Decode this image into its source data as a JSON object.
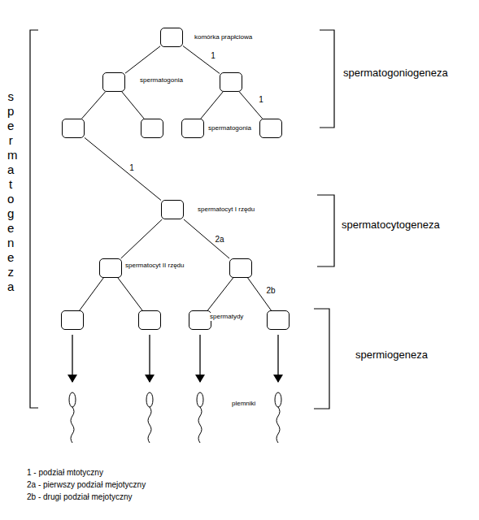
{
  "diagram": {
    "nodes": [
      {
        "text": [
          "komórka prapłciowa"
        ]
      },
      {
        "text": [
          "spermatogonia"
        ]
      },
      {
        "text": []
      },
      {
        "text": []
      },
      {
        "text": []
      },
      {
        "text": [
          "spermatogonia"
        ]
      },
      {
        "text": []
      },
      {
        "text": [
          "spermatocyt I rzędu"
        ]
      },
      {
        "text": [
          "spermatocyt II rzędu"
        ]
      },
      {
        "text": []
      },
      {
        "text": []
      },
      {
        "text": []
      },
      {
        "text": [
          "spermatydy"
        ]
      },
      {
        "text": []
      }
    ],
    "edges": [
      {
        "from": 0,
        "to": 1,
        "arrow": "none"
      },
      {
        "from": 0,
        "to": 2,
        "label": "1",
        "arrow": "none"
      },
      {
        "from": 2,
        "to": 5,
        "arrow": "none"
      },
      {
        "from": 2,
        "to": 6,
        "label": "1",
        "arrow": "none"
      },
      {
        "from": 1,
        "to": 3,
        "arrow": "none"
      },
      {
        "from": 1,
        "to": 4,
        "arrow": "none"
      },
      {
        "from": 3,
        "to": 7,
        "label": "1",
        "arrow": "none"
      },
      {
        "from": 7,
        "to": 8,
        "arrow": "none"
      },
      {
        "from": 7,
        "to": 9,
        "label": "2a",
        "arrow": "none"
      },
      {
        "from": 8,
        "to": 10,
        "arrow": "none"
      },
      {
        "from": 8,
        "to": 11,
        "arrow": "none"
      },
      {
        "from": 9,
        "to": 12,
        "arrow": "none"
      },
      {
        "from": 9,
        "to": 13,
        "label": "2b",
        "arrow": "none"
      }
    ],
    "labels": [
      "spermatogeneza",
      "spermatogoniogeneza",
      "spermatocytogeneza",
      "spermiogeneza",
      "plemniki",
      "1 - podział mtotyczny",
      "2a - pierwszy podział mejotyczny",
      "2b - drugi podział mejotyczny"
    ]
  }
}
